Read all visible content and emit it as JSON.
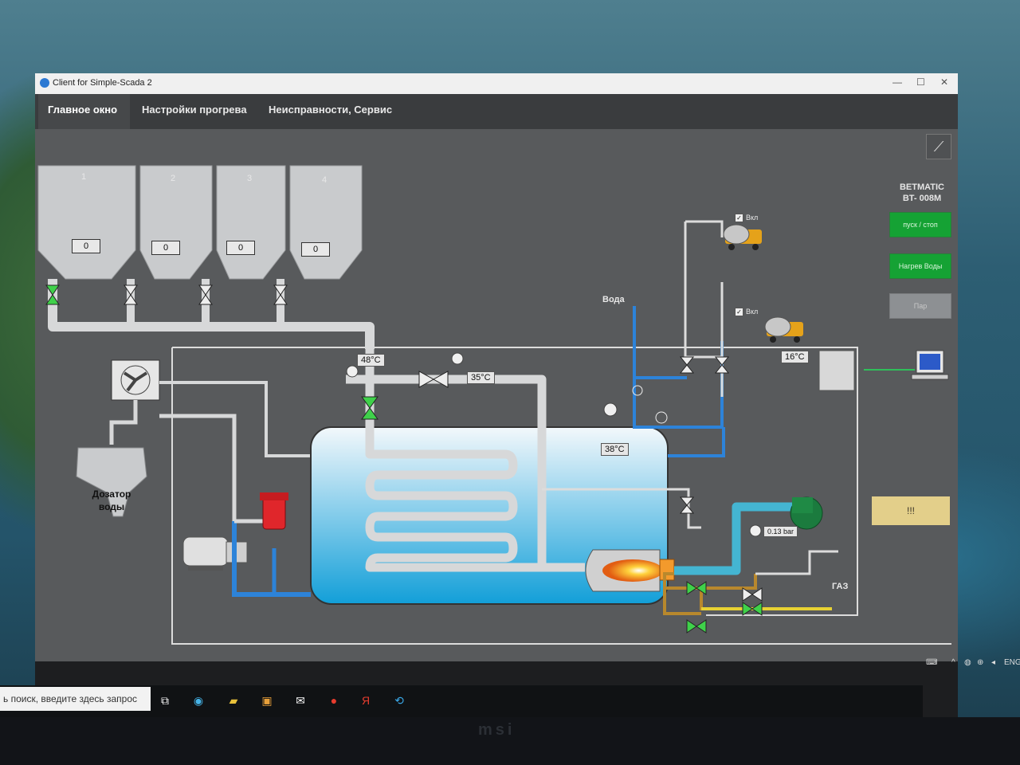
{
  "window": {
    "title": "Client for Simple-Scada 2"
  },
  "tabs": [
    {
      "label": "Главное окно"
    },
    {
      "label": "Настройки прогрева"
    },
    {
      "label": "Неисправности, Сервис"
    }
  ],
  "side": {
    "brand_line1": "BETMATIC",
    "brand_line2": "BT- 008M",
    "start_stop": "пуск / стоп",
    "water_heat": "Нагрев Воды",
    "steam": "Пар",
    "alarm": "!!!"
  },
  "silos": [
    {
      "number": "1",
      "value": "0"
    },
    {
      "number": "2",
      "value": "0"
    },
    {
      "number": "3",
      "value": "0"
    },
    {
      "number": "4",
      "value": "0"
    }
  ],
  "process": {
    "temp_steam_out": "48°C",
    "temp_line": "35°C",
    "temp_tank": "38°C",
    "temp_outdoor": "16°C",
    "gas_pressure": "0.13 bar",
    "water_label": "Вода",
    "gas_label": "ГАЗ",
    "doser_line1": "Дозатор",
    "doser_line2": "воды",
    "mixer1_enabled": "Вкл",
    "mixer2_enabled": "Вкл"
  },
  "colors": {
    "background": "#585a5c",
    "pipe": "#d7d8d9",
    "water_pipe": "#2d83d9",
    "gas_pipe": "#e8d233",
    "valve_open": "#3fd14a",
    "pump_red": "#e0262b",
    "accent_green": "#15a234"
  },
  "taskbar": {
    "search_placeholder": "ь поиск, введите здесь запрос",
    "lang": "ENG"
  },
  "monitor_brand": "msi"
}
